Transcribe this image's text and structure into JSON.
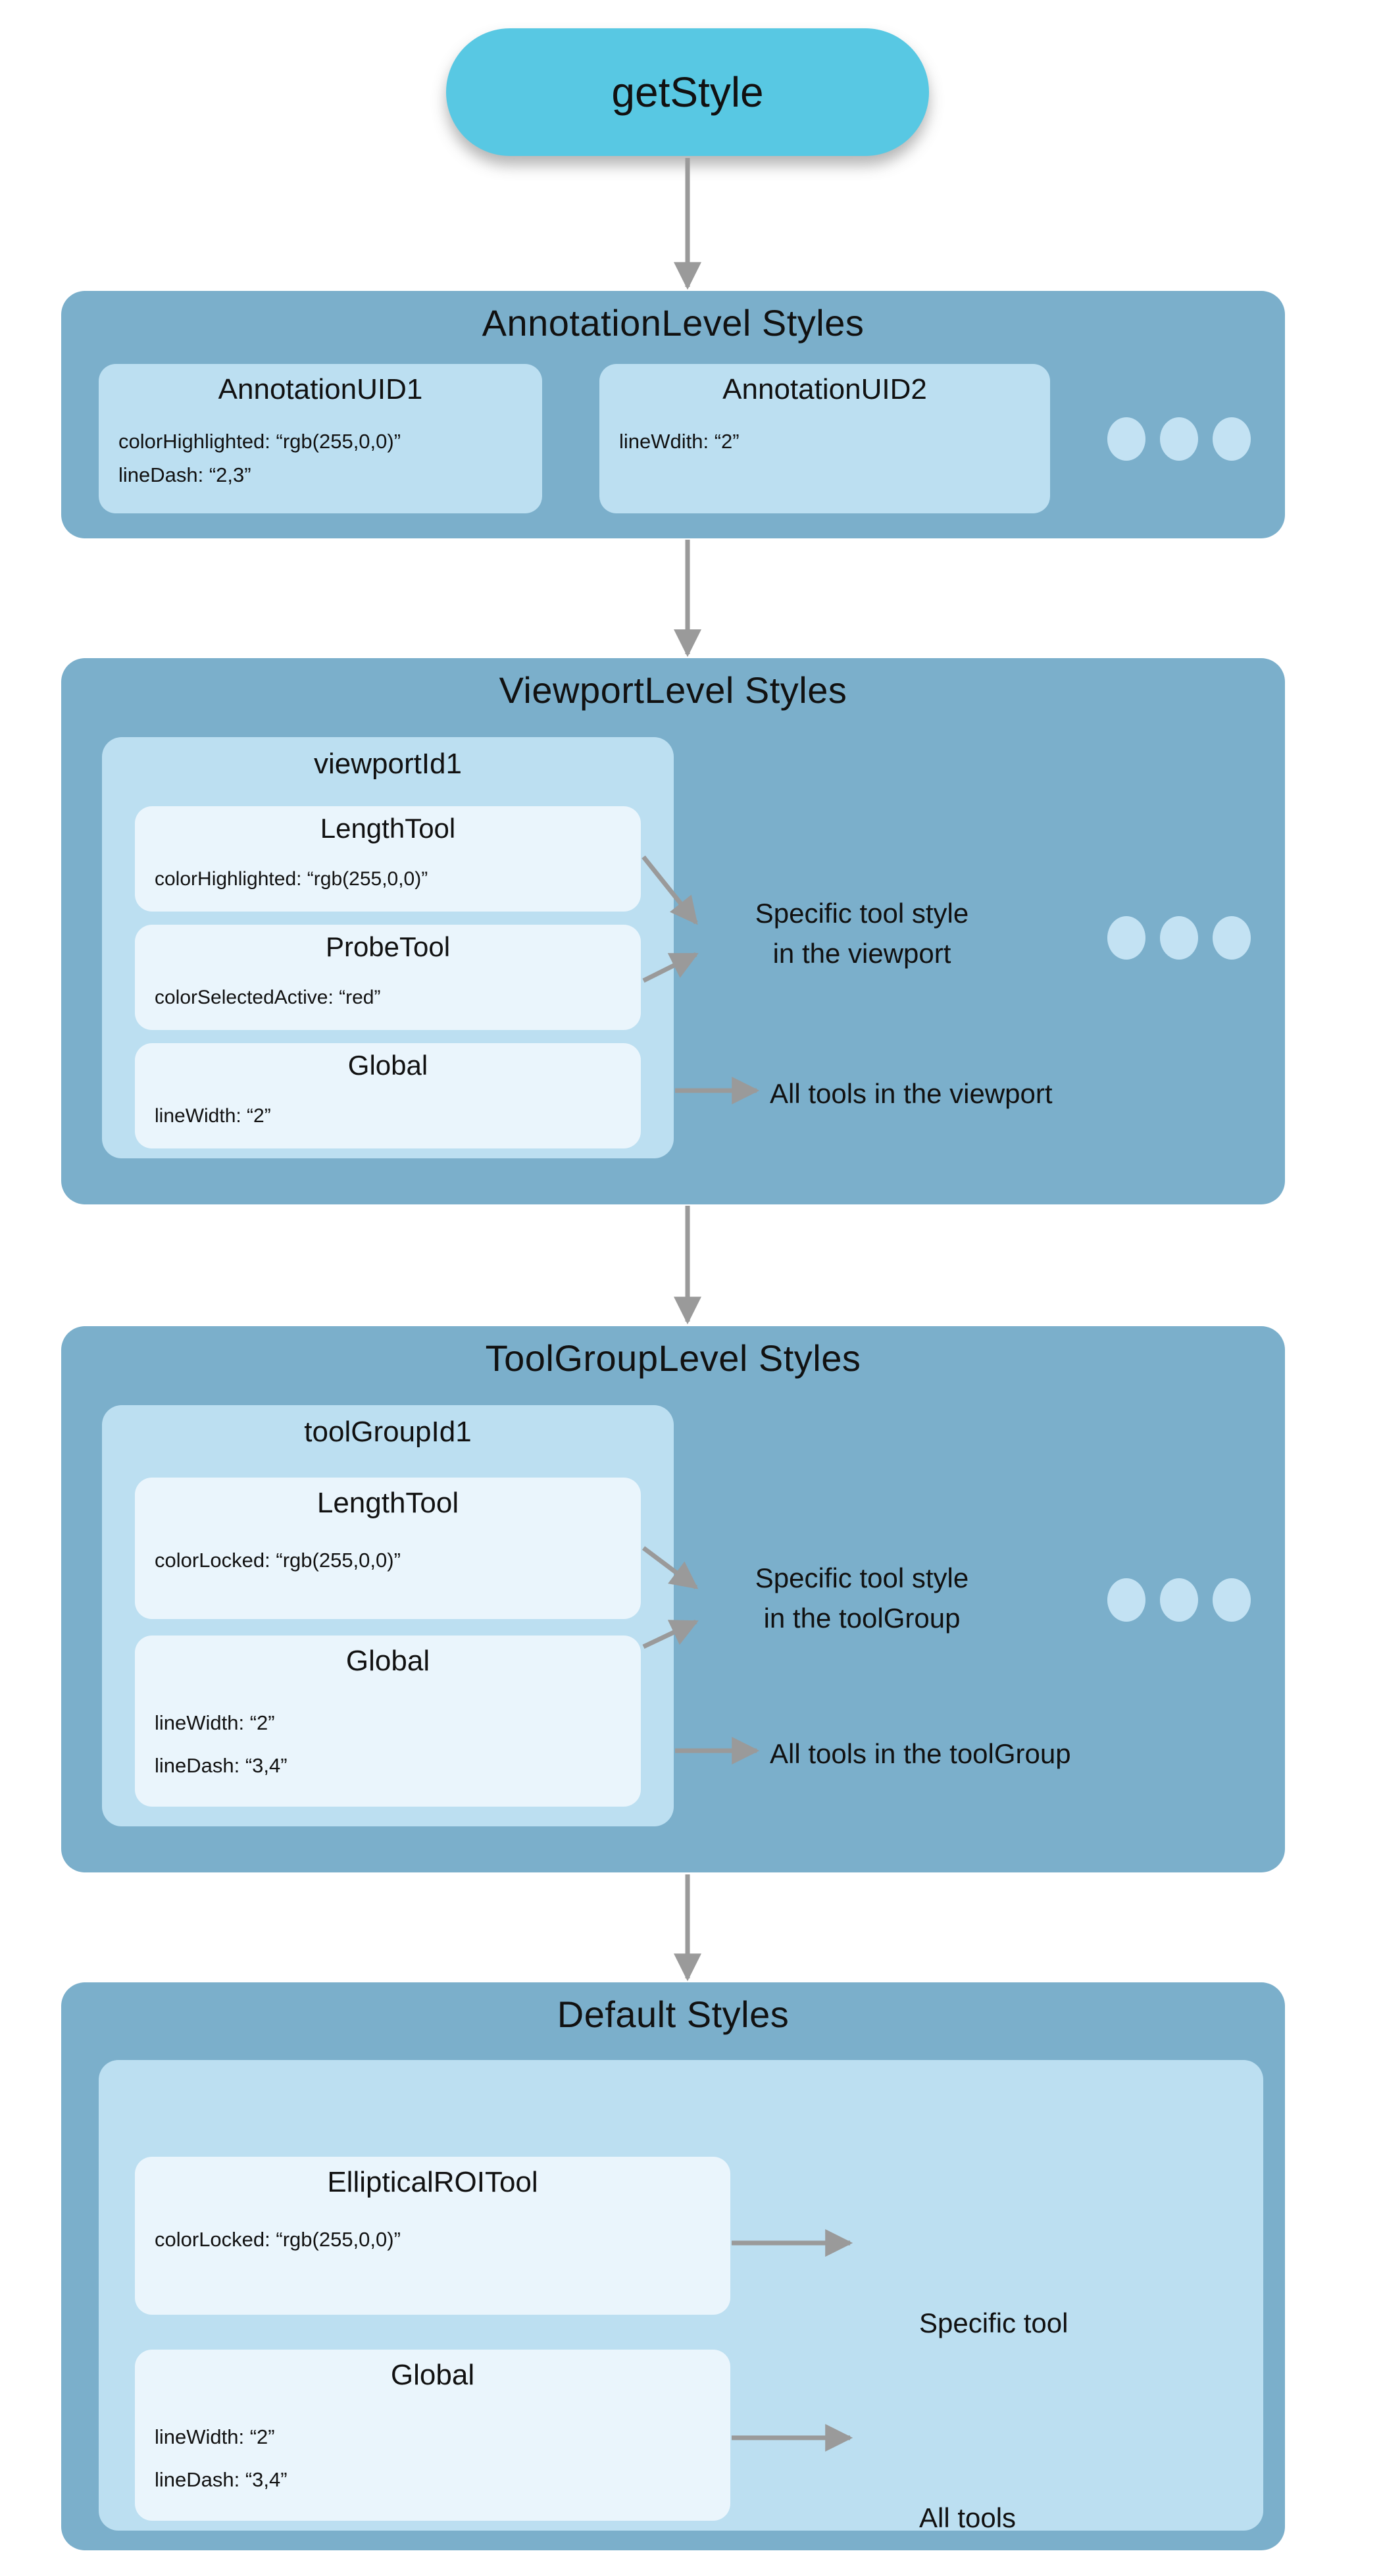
{
  "colors": {
    "background": "#ffffff",
    "pill": "#58c8e3",
    "level_box": "#7bafcb",
    "group_container": "#bcdff1",
    "tool_card": "#eaf5fc",
    "ellipsis_dot": "#c3e2f3",
    "arrow": "#9a9a9a",
    "text": "#111111"
  },
  "entry": {
    "label": "getStyle"
  },
  "annotation_level": {
    "title": "AnnotationLevel Styles",
    "cards": [
      {
        "name": "AnnotationUID1",
        "props": [
          "colorHighlighted: “rgb(255,0,0)”",
          "lineDash: “2,3”"
        ]
      },
      {
        "name": "AnnotationUID2",
        "props": [
          "lineWdith: “2”"
        ]
      }
    ],
    "has_ellipsis": true
  },
  "viewport_level": {
    "title": "ViewportLevel Styles",
    "group": {
      "name": "viewportId1"
    },
    "cards": [
      {
        "name": "LengthTool",
        "props": [
          "colorHighlighted: “rgb(255,0,0)”"
        ]
      },
      {
        "name": "ProbeTool",
        "props": [
          "colorSelectedActive: “red”"
        ]
      },
      {
        "name": "Global",
        "props": [
          "lineWidth: “2”"
        ]
      }
    ],
    "specific_label_lines": [
      "Specific tool style",
      "in the viewport"
    ],
    "all_label": "All tools in the viewport",
    "has_ellipsis": true
  },
  "toolgroup_level": {
    "title": "ToolGroupLevel Styles",
    "group": {
      "name": "toolGroupId1"
    },
    "cards": [
      {
        "name": "LengthTool",
        "props": [
          "colorLocked: “rgb(255,0,0)”"
        ]
      },
      {
        "name": "Global",
        "props": [
          "lineWidth: “2”",
          "lineDash: “3,4”"
        ]
      }
    ],
    "specific_label_lines": [
      "Specific tool style",
      "in the toolGroup"
    ],
    "all_label": "All tools in the toolGroup",
    "has_ellipsis": true
  },
  "default_level": {
    "title": "Default Styles",
    "cards": [
      {
        "name": "EllipticalROITool",
        "props": [
          "colorLocked: “rgb(255,0,0)”"
        ]
      },
      {
        "name": "Global",
        "props": [
          "lineWidth: “2”",
          "lineDash: “3,4”"
        ]
      }
    ],
    "specific_label": "Specific tool",
    "all_label": "All tools"
  }
}
